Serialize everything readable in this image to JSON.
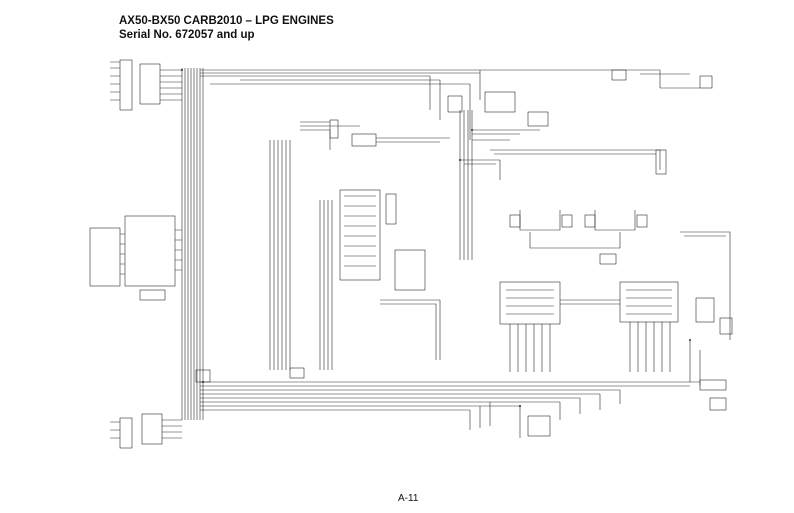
{
  "document": {
    "title_line1": "AX50-BX50 CARB2010 – LPG ENGINES",
    "title_line2": "Serial No. 672057 and up",
    "page_number": "A-11"
  },
  "colors": {
    "wire": "#2b2b2b",
    "background": "#ffffff",
    "text": "#111111"
  }
}
